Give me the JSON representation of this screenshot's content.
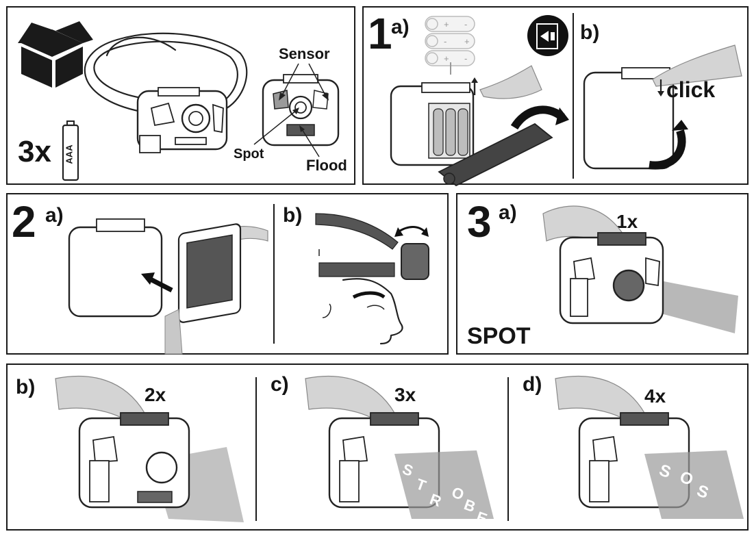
{
  "unboxing": {
    "battery_count": "3x",
    "battery_type": "AAA",
    "labels": {
      "sensor": "Sensor",
      "spot": "Spot",
      "flood": "Flood"
    }
  },
  "step1": {
    "number": "1",
    "a_label": "a)",
    "b_label": "b)",
    "click_text": "click",
    "battery_signs": [
      "+",
      "-",
      "-",
      "+",
      "+",
      "-"
    ]
  },
  "step2": {
    "number": "2",
    "a_label": "a)",
    "b_label": "b)"
  },
  "step3": {
    "number": "3",
    "a_label": "a)",
    "a_press": "1x",
    "mode_spot": "SPOT",
    "b_label": "b)",
    "b_press": "2x",
    "c_label": "c)",
    "c_press": "3x",
    "c_mode": [
      "S",
      "T",
      "R",
      "O",
      "B",
      "E"
    ],
    "d_label": "d)",
    "d_press": "4x",
    "d_mode": [
      "S",
      "O",
      "S"
    ]
  },
  "colors": {
    "ink": "#1a1a1a",
    "light_gray": "#d4d4d4",
    "mid_gray": "#8c8c8c",
    "dark_gray": "#4a4a4a"
  }
}
